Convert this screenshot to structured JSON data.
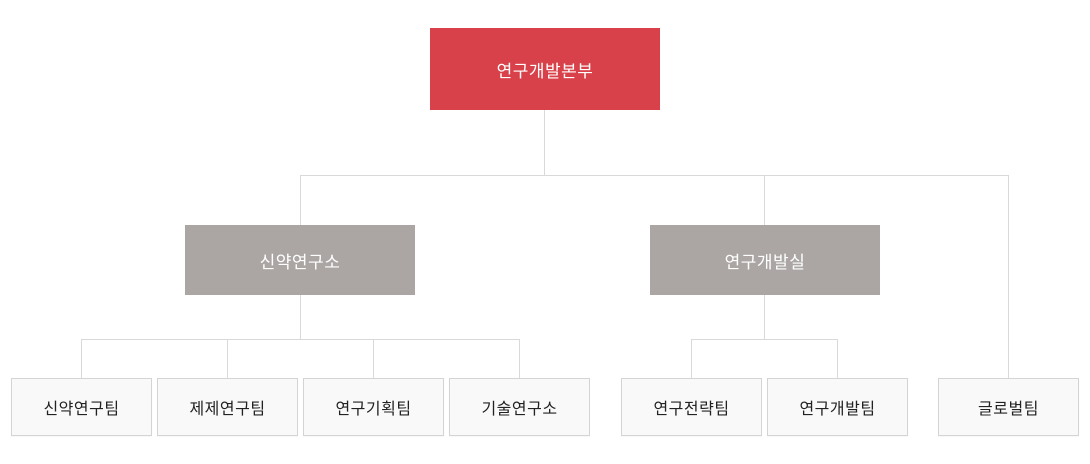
{
  "org_chart": {
    "root": {
      "label": "연구개발본부"
    },
    "departments": [
      {
        "label": "신약연구소",
        "teams": [
          "신약연구팀",
          "제제연구팀",
          "연구기획팀",
          "기술연구소"
        ]
      },
      {
        "label": "연구개발실",
        "teams": [
          "연구전략팀",
          "연구개발팀"
        ]
      }
    ],
    "direct_teams": [
      "글로벌팀"
    ]
  },
  "colors": {
    "root_fill": "#d9414a",
    "department_fill": "#aba6a4",
    "team_fill": "#f9f9f9",
    "team_border": "#d4d4d4",
    "connector": "#d9d9d9"
  }
}
